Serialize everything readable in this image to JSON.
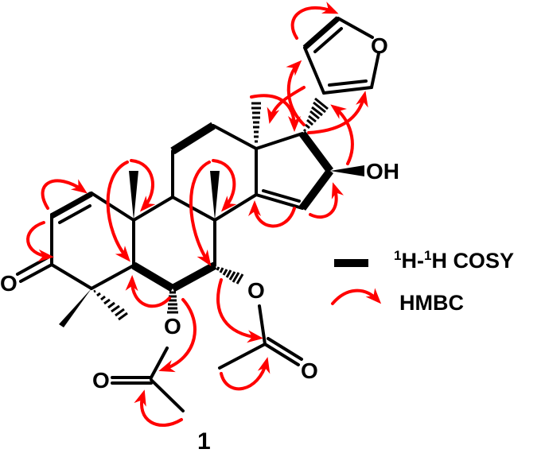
{
  "figure": {
    "compound_label": "1",
    "colors": {
      "structure": "#000000",
      "hmbc_arrow": "#ff0000",
      "background": "#ffffff"
    }
  },
  "atoms": {
    "furan_o": "O",
    "hydroxyl": "OH",
    "ketone_o": "O",
    "ester_o_c6": "O",
    "ester_o_c7": "O",
    "carbonyl_o_c6_acetate": "O",
    "carbonyl_o_c7_acetate": "O"
  },
  "legend": {
    "cosy": {
      "sup1": "1",
      "h1": "H-",
      "sup2": "1",
      "h2": "H COSY",
      "symbol": "bold-bar"
    },
    "hmbc": {
      "label": "HMBC",
      "symbol": "red-curved-arrow"
    }
  }
}
